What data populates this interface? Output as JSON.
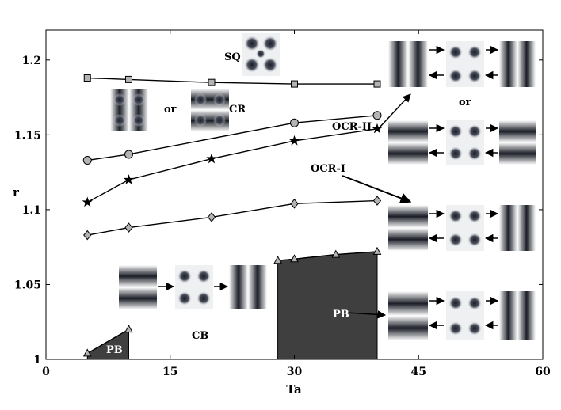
{
  "chart_data": {
    "type": "line",
    "xlabel": "Ta",
    "ylabel": "r",
    "xlim": [
      0,
      60
    ],
    "ylim": [
      1.0,
      1.22
    ],
    "xticks": [
      "0",
      "15",
      "30",
      "45",
      "60"
    ],
    "yticks": [
      "1",
      "1.05",
      "1.1",
      "1.15",
      "1.2"
    ],
    "grid": false,
    "series": [
      {
        "marker": "square",
        "x": [
          5,
          10,
          20,
          30,
          40
        ],
        "y": [
          1.188,
          1.187,
          1.185,
          1.184,
          1.184
        ]
      },
      {
        "marker": "circle",
        "x": [
          5,
          10,
          30,
          40
        ],
        "y": [
          1.133,
          1.137,
          1.158,
          1.163
        ]
      },
      {
        "marker": "star",
        "x": [
          5,
          10,
          20,
          30,
          40
        ],
        "y": [
          1.105,
          1.12,
          1.134,
          1.146,
          1.154
        ]
      },
      {
        "marker": "diamond",
        "x": [
          5,
          10,
          20,
          30,
          40
        ],
        "y": [
          1.083,
          1.088,
          1.095,
          1.104,
          1.106
        ]
      },
      {
        "marker": "triangle",
        "x": [
          28,
          30,
          35,
          40
        ],
        "y": [
          1.066,
          1.067,
          1.07,
          1.072
        ]
      },
      {
        "marker": "triangle",
        "x": [
          5,
          10
        ],
        "y": [
          1.004,
          1.02
        ]
      }
    ],
    "regions": [
      {
        "label": "PB",
        "polygon": [
          [
            5,
            1.0
          ],
          [
            5,
            1.004
          ],
          [
            10,
            1.02
          ],
          [
            10,
            1.0
          ]
        ]
      },
      {
        "label": "PB",
        "polygon": [
          [
            28,
            1.0
          ],
          [
            28,
            1.066
          ],
          [
            30,
            1.067
          ],
          [
            35,
            1.07
          ],
          [
            40,
            1.072
          ],
          [
            40,
            1.0
          ]
        ]
      }
    ],
    "annotations": {
      "sq": "SQ",
      "or_left": "or",
      "cr": "CR",
      "ocr2": "OCR-II",
      "ocr1": "OCR-I",
      "or_right": "or",
      "cb": "CB",
      "pb_small": "PB",
      "pb_large": "PB"
    },
    "colors": {
      "pb_fill": "#3f3f3f",
      "marker_fill": "#b3b3b3",
      "pattern_dark": "#1a1d26",
      "pattern_light": "#ffffff"
    }
  }
}
